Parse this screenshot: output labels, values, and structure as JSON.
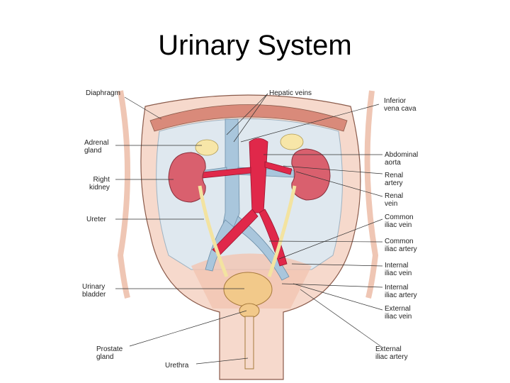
{
  "title": "Urinary System",
  "labels_left": {
    "diaphragm": "Diaphragm",
    "adrenal_gland": "Adrenal\ngland",
    "right_kidney": "Right\nkidney",
    "ureter": "Ureter",
    "urinary_bladder": "Urinary\nbladder",
    "prostate_gland": "Prostate\ngland",
    "urethra": "Urethra"
  },
  "labels_right": {
    "hepatic_veins": "Hepatic veins",
    "inferior_vena_cava": "Inferior\nvena cava",
    "abdominal_aorta": "Abdominal\naorta",
    "renal_artery": "Renal\nartery",
    "renal_vein": "Renal\nvein",
    "common_iliac_vein": "Common\niliac vein",
    "common_iliac_artery": "Common\niliac artery",
    "internal_iliac_vein": "Internal\niliac vein",
    "internal_iliac_artery": "Internal\niliac artery",
    "external_iliac_vein": "External\niliac vein",
    "external_iliac_artery": "External\niliac artery"
  },
  "colors": {
    "vein": "#a9c6dc",
    "artery": "#e0284a",
    "kidney": "#d9606e",
    "bladder": "#f2c98a",
    "skin": "#f6d9cc",
    "cavity": "#dfe8ef"
  }
}
